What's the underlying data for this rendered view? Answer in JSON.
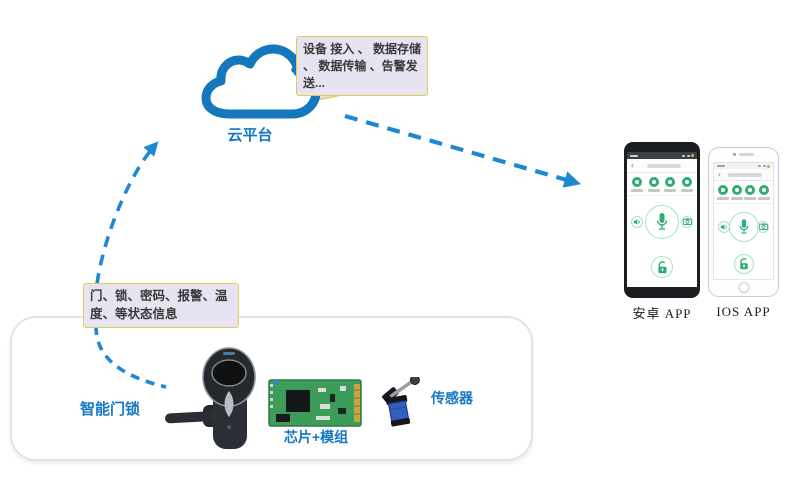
{
  "cloud": {
    "label": "云平台"
  },
  "cloud_callout": {
    "text": "设备 接入 、 数据存储 、 数据传输 、告警发送..."
  },
  "status_callout": {
    "text": "门、锁、密码、报警、温度、等状态信息"
  },
  "devices": {
    "lock_label": "智能门锁",
    "module_label": "芯片+模组",
    "sensor_label": "传感器"
  },
  "apps": {
    "android_label": "安卓 APP",
    "ios_label": "IOS APP",
    "back_glyph": "‹"
  },
  "icons": {
    "cloud": "cloud-icon",
    "wifi_waves": "wifi-waves-icon",
    "up_arrow": "dashed-arrow-up",
    "down_arrow": "dashed-arrow-to-apps",
    "microphone": "microphone-icon",
    "speaker": "speaker-icon",
    "camera": "camera-icon",
    "unlock": "unlock-icon",
    "back": "back-arrow-icon",
    "home": "home-button"
  },
  "colors": {
    "cloud_blue": "#1578BE",
    "arrow_blue": "#1E88D2",
    "label_blue": "#1677C2",
    "app_green": "#2EAE75",
    "app_green_ring": "#A9DEC7",
    "callout_bg": "#E7E3F0",
    "callout_border": "#E2CC52",
    "pcb_green": "#3E9C5A",
    "sensor_blue": "#2F5FBF"
  }
}
